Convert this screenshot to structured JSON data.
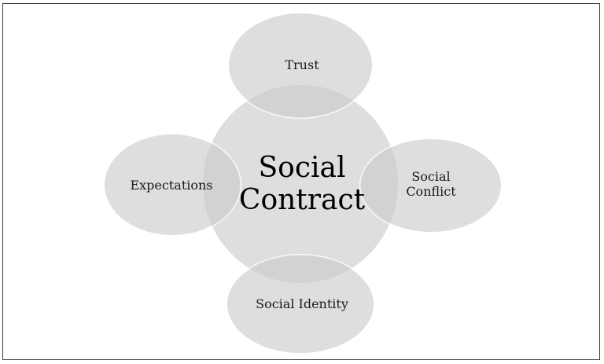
{
  "diagram": {
    "type": "overlapping-ellipses",
    "colors": {
      "fill": "#dcdcdc",
      "overlap": "#cccccc",
      "outline": "#ffffff",
      "frame": "#3a3a3a",
      "text": "#1a1a1a"
    },
    "center": {
      "line1": "Social",
      "line2": "Contract"
    },
    "nodes": {
      "top": {
        "label": "Trust"
      },
      "left": {
        "label": "Expectations"
      },
      "right": {
        "line1": "Social",
        "line2": "Conflict"
      },
      "bottom": {
        "label": "Social Identity"
      }
    }
  }
}
